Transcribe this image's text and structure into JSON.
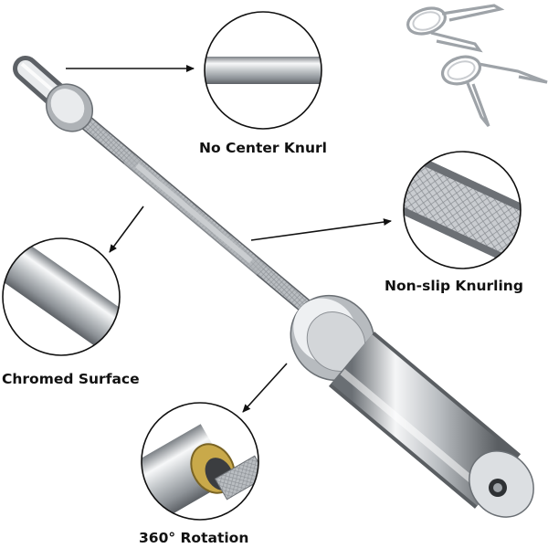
{
  "callouts": {
    "center_knurl": "No Center Knurl",
    "knurling": "Non-slip Knurling",
    "chrome": "Chromed Surface",
    "rotation": "360° Rotation"
  },
  "colors": {
    "arrow": "#111111",
    "chrome_light": "#f4f5f6",
    "chrome_mid": "#bfc3c6",
    "chrome_dark": "#6e7378",
    "bearing_gold": "#c9a94a"
  }
}
